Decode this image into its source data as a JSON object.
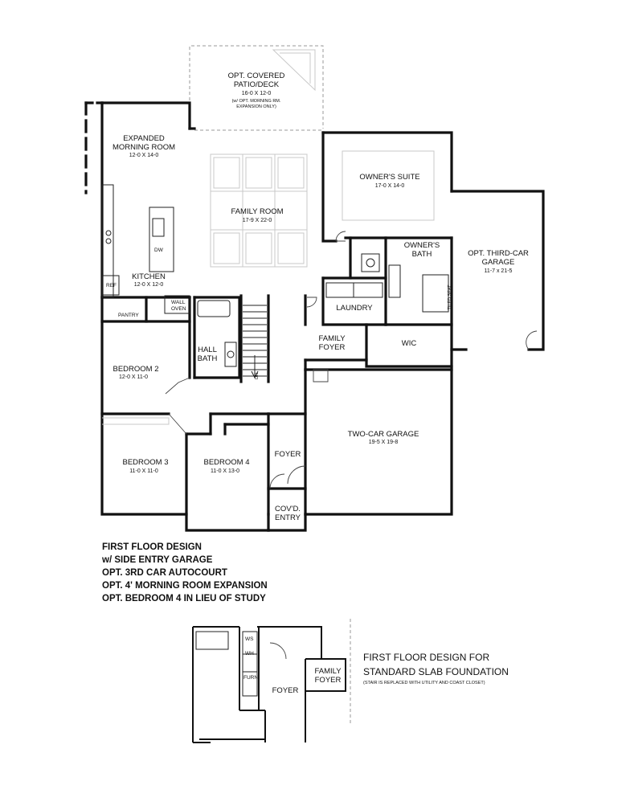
{
  "rooms": {
    "patio": {
      "name1": "OPT. COVERED",
      "name2": "PATIO/DECK",
      "dims": "16-0 X 12-0",
      "note1": "(w/ OPT. MORNING RM.",
      "note2": "EXPANSION ONLY)"
    },
    "morning": {
      "name1": "EXPANDED",
      "name2": "MORNING ROOM",
      "dims": "12-0 X 14-0"
    },
    "family_room": {
      "name": "FAMILY ROOM",
      "dims": "17-9 X 22-0"
    },
    "owners_suite": {
      "name": "OWNER'S SUITE",
      "dims": "17-0 X 14-0"
    },
    "owners_bath": {
      "name1": "OWNER'S",
      "name2": "BATH"
    },
    "third_garage": {
      "name1": "OPT. THIRD-CAR",
      "name2": "GARAGE",
      "dims": "11-7 x 21-5"
    },
    "kitchen": {
      "name": "KITCHEN",
      "dims": "12-0 X 12-0"
    },
    "laundry": {
      "name": "LAUNDRY"
    },
    "family_foyer": {
      "name1": "FAMILY",
      "name2": "FOYER"
    },
    "wic": {
      "name": "WIC"
    },
    "hall_bath": {
      "name1": "HALL",
      "name2": "BATH"
    },
    "bedroom2": {
      "name": "BEDROOM 2",
      "dims": "12-0 X 11-0"
    },
    "two_car_garage": {
      "name": "TWO-CAR GARAGE",
      "dims": "19-5 X 19-8"
    },
    "bedroom3": {
      "name": "BEDROOM 3",
      "dims": "11-0 X 11-0"
    },
    "bedroom4": {
      "name": "BEDROOM 4",
      "dims": "11-0 X 13-0"
    },
    "foyer": {
      "name": "FOYER"
    },
    "covd_entry": {
      "name1": "COV'D.",
      "name2": "ENTRY"
    }
  },
  "fixtures": {
    "dw": "DW",
    "ref": "REF",
    "pantry": "PANTRY",
    "wall_oven1": "WALL",
    "wall_oven2": "OVEN",
    "tiled_seat": "TILED SEAT",
    "stair_dn": "DN"
  },
  "caption": {
    "line1": "FIRST FLOOR DESIGN",
    "line2": "w/ SIDE ENTRY GARAGE",
    "line3": "OPT. 3RD CAR AUTOCOURT",
    "line4": "OPT. 4' MORNING ROOM EXPANSION",
    "line5": "OPT. BEDROOM 4 IN LIEU OF STUDY"
  },
  "inset": {
    "ws": "WS",
    "wh": "WH",
    "furn": "FURN",
    "foyer": "FOYER",
    "family_foyer1": "FAMILY",
    "family_foyer2": "FOYER",
    "title1": "FIRST FLOOR DESIGN FOR",
    "title2": "STANDARD SLAB FOUNDATION",
    "note": "(STAIR IS REPLACED WITH UTILITY AND COAST CLOSET)"
  }
}
